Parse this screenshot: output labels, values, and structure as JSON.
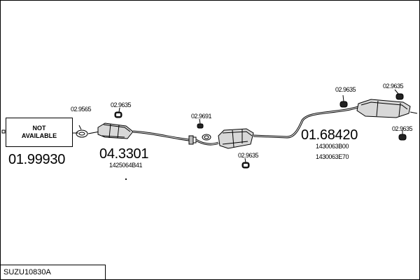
{
  "diagram": {
    "drawing_code": "SUZU10830A",
    "not_available": [
      "NOT",
      "AVAILABLE"
    ],
    "front_section": {
      "part_number": "01.99930"
    },
    "front_gasket": {
      "part_number": "02.9565"
    },
    "catalyst_1": {
      "part_number": "04.3301",
      "oem_numbers": [
        "1425064B41"
      ]
    },
    "catalyst_1_gasket": {
      "part_number": "02.9635"
    },
    "middle_gasket": {
      "part_number": "02.9691"
    },
    "catalyst_2_gasket": {
      "part_number": "02.9635"
    },
    "rear_section": {
      "part_number": "01.68420",
      "oem_numbers": [
        "1430063B00",
        "1430063E70"
      ]
    },
    "rear_hanger_left": {
      "part_number": "02.9635"
    },
    "rear_hanger_right": {
      "part_number": "02.9635"
    },
    "rear_hanger_bottom": {
      "part_number": "02.9635"
    }
  }
}
